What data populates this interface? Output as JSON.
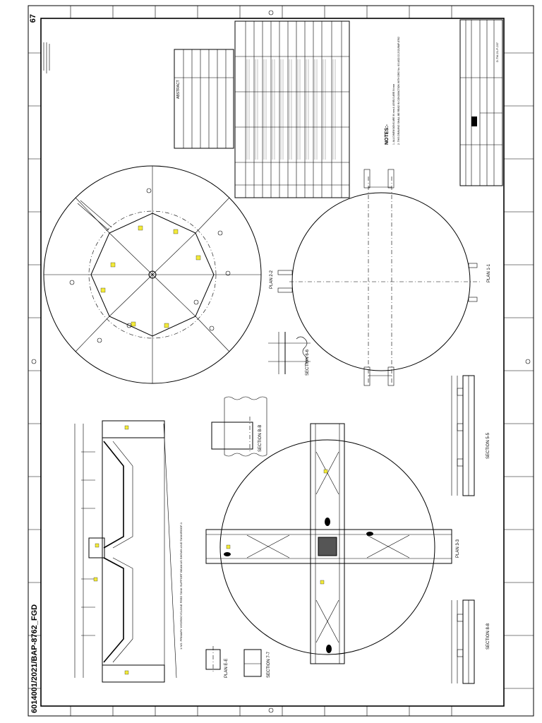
{
  "sheet": {
    "page_number": "67",
    "drawing_ref": "6014001/2021/BAP-8762_FGD",
    "bom_title": "ABSTRACT",
    "notes_heading": "NOTES:-",
    "note_1": "1. ALL DIMENSIONS ARE IN mm & LEVELS ARE IN mm",
    "note_2": "2. THIS DRAWING SHALL BE READ IN CONJUNCTION WITH DRG No. 6014/22.02.2021/BAP-8762",
    "main_caption": "1 NO. PRIMARY HYDROCYCLONE FEED TANK SUPPORT BEAM AS SHOWN AND TANK/ROOF-1",
    "plan_1": "PLAN 1-1",
    "plan_2": "PLAN 2-2",
    "plan_3": "PLAN 3-3",
    "section_5": "SECTION 5-5",
    "section_6": "SECTION 6-6",
    "section_8a": "SECTION 8-8",
    "section_b": "SECTION B-B",
    "section_7": "SECTION 7-7",
    "plan_e": "PLAN E-E",
    "title_block_code": "D-TW-21-P-237"
  }
}
